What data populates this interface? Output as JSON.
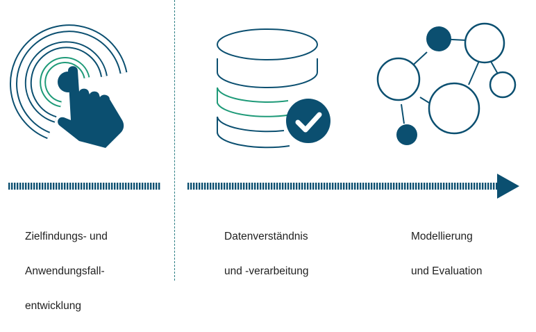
{
  "colors": {
    "navy": "#0b4f70",
    "green": "#1e9a78",
    "divider": "#2a7d82",
    "text": "#1f1f1f"
  },
  "icons": {
    "step1": "tap-gesture-icon",
    "step2": "database-check-icon",
    "step3": "network-nodes-icon"
  },
  "steps": [
    {
      "label_line1": "Zielfindungs- und",
      "label_line2": "Anwendungsfall-",
      "label_line3": "entwicklung"
    },
    {
      "label_line1": "Datenverständnis",
      "label_line2": "und -verarbeitung"
    },
    {
      "label_line1": "Modellierung",
      "label_line2": "und Evaluation"
    }
  ]
}
